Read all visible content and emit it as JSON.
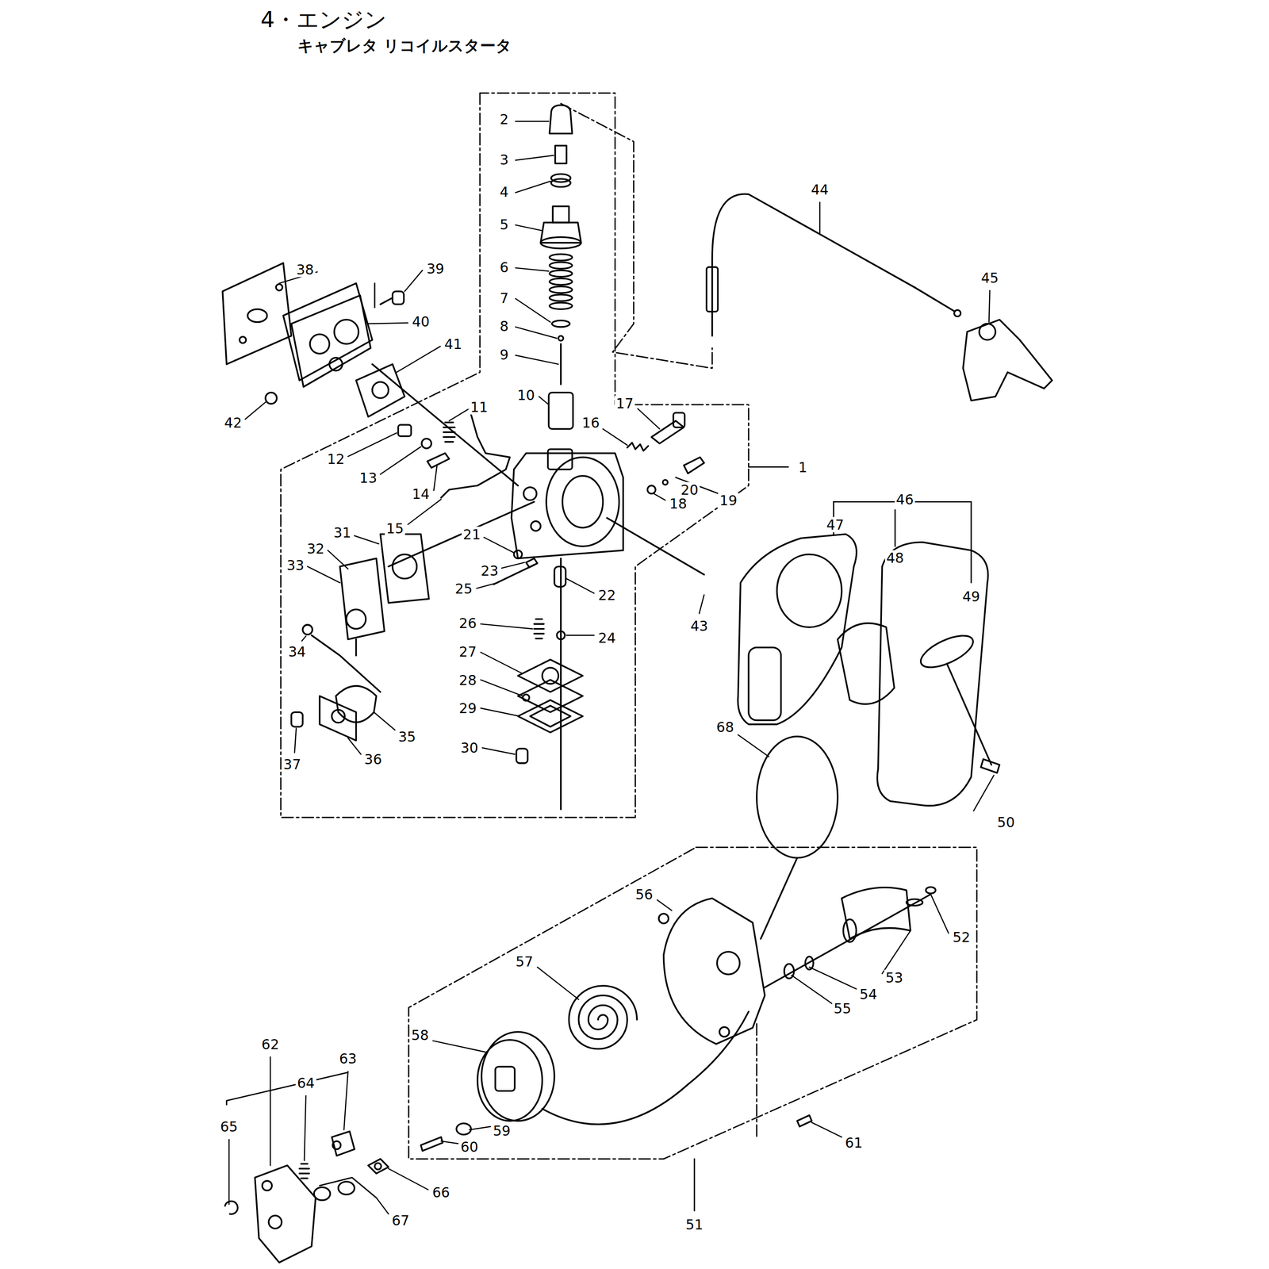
{
  "diagram": {
    "title": "4・エンジン",
    "labels": [
      "キャブレタ リコイルスタータ",
      "1",
      "2",
      "3",
      "4",
      "5",
      "6",
      "7",
      "8",
      "9",
      "10",
      "11",
      "12",
      "13",
      "14",
      "15",
      "16",
      "17",
      "18",
      "19",
      "20",
      "21",
      "22",
      "23",
      "24",
      "25",
      "26",
      "27",
      "28",
      "29",
      "30",
      "31",
      "32",
      "33",
      "34",
      "35",
      "36",
      "37",
      "38",
      "39",
      "40",
      "41",
      "42",
      "43",
      "44",
      "45",
      "46",
      "47",
      "48",
      "49",
      "50",
      "51",
      "52",
      "53",
      "54",
      "55",
      "56",
      "57",
      "58",
      "59",
      "60",
      "61",
      "62",
      "63",
      "64",
      "65",
      "66",
      "67",
      "68"
    ]
  }
}
